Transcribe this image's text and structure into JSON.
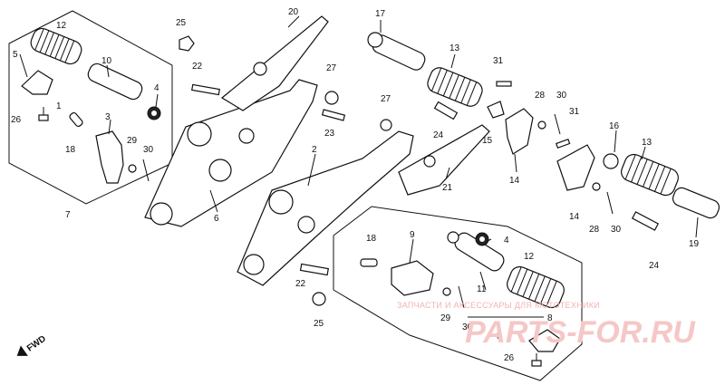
{
  "diagram": {
    "callouts": [
      {
        "id": "c12a",
        "text": "12"
      },
      {
        "id": "c5a",
        "text": "5"
      },
      {
        "id": "c10",
        "text": "10"
      },
      {
        "id": "c1a",
        "text": "1"
      },
      {
        "id": "c4a",
        "text": "4"
      },
      {
        "id": "c26a",
        "text": "26"
      },
      {
        "id": "c3",
        "text": "3"
      },
      {
        "id": "c18a",
        "text": "18"
      },
      {
        "id": "c29a",
        "text": "29"
      },
      {
        "id": "c30a",
        "text": "30"
      },
      {
        "id": "c7",
        "text": "7"
      },
      {
        "id": "c25a",
        "text": "25"
      },
      {
        "id": "c22a",
        "text": "22"
      },
      {
        "id": "c20",
        "text": "20"
      },
      {
        "id": "c6",
        "text": "6"
      },
      {
        "id": "c27a",
        "text": "27"
      },
      {
        "id": "c23",
        "text": "23"
      },
      {
        "id": "c27b",
        "text": "27"
      },
      {
        "id": "c2",
        "text": "2"
      },
      {
        "id": "c17",
        "text": "17"
      },
      {
        "id": "c13a",
        "text": "13"
      },
      {
        "id": "c31a",
        "text": "31"
      },
      {
        "id": "c28a",
        "text": "28"
      },
      {
        "id": "c30b",
        "text": "30"
      },
      {
        "id": "c31b",
        "text": "31"
      },
      {
        "id": "c24a",
        "text": "24"
      },
      {
        "id": "c15",
        "text": "15"
      },
      {
        "id": "c21",
        "text": "21"
      },
      {
        "id": "c14a",
        "text": "14"
      },
      {
        "id": "c16",
        "text": "16"
      },
      {
        "id": "c13b",
        "text": "13"
      },
      {
        "id": "c14b",
        "text": "14"
      },
      {
        "id": "c28b",
        "text": "28"
      },
      {
        "id": "c30c",
        "text": "30"
      },
      {
        "id": "c19",
        "text": "19"
      },
      {
        "id": "c24b",
        "text": "24"
      },
      {
        "id": "c18b",
        "text": "18"
      },
      {
        "id": "c9",
        "text": "9"
      },
      {
        "id": "c4b",
        "text": "4"
      },
      {
        "id": "c12b",
        "text": "12"
      },
      {
        "id": "c22b",
        "text": "22"
      },
      {
        "id": "c11",
        "text": "11"
      },
      {
        "id": "c25b",
        "text": "25"
      },
      {
        "id": "c29b",
        "text": "29"
      },
      {
        "id": "c30d",
        "text": "30"
      },
      {
        "id": "c8",
        "text": "8"
      },
      {
        "id": "c5b",
        "text": "5"
      },
      {
        "id": "c26b",
        "text": "26"
      }
    ],
    "fwd_label": "FWD",
    "watermark_line1": "ЗАПЧАСТИ И АКСЕССУАРЫ ДЛЯ МОТОТЕХНИКИ",
    "watermark_line2": "PARTS-FOR.RU"
  }
}
